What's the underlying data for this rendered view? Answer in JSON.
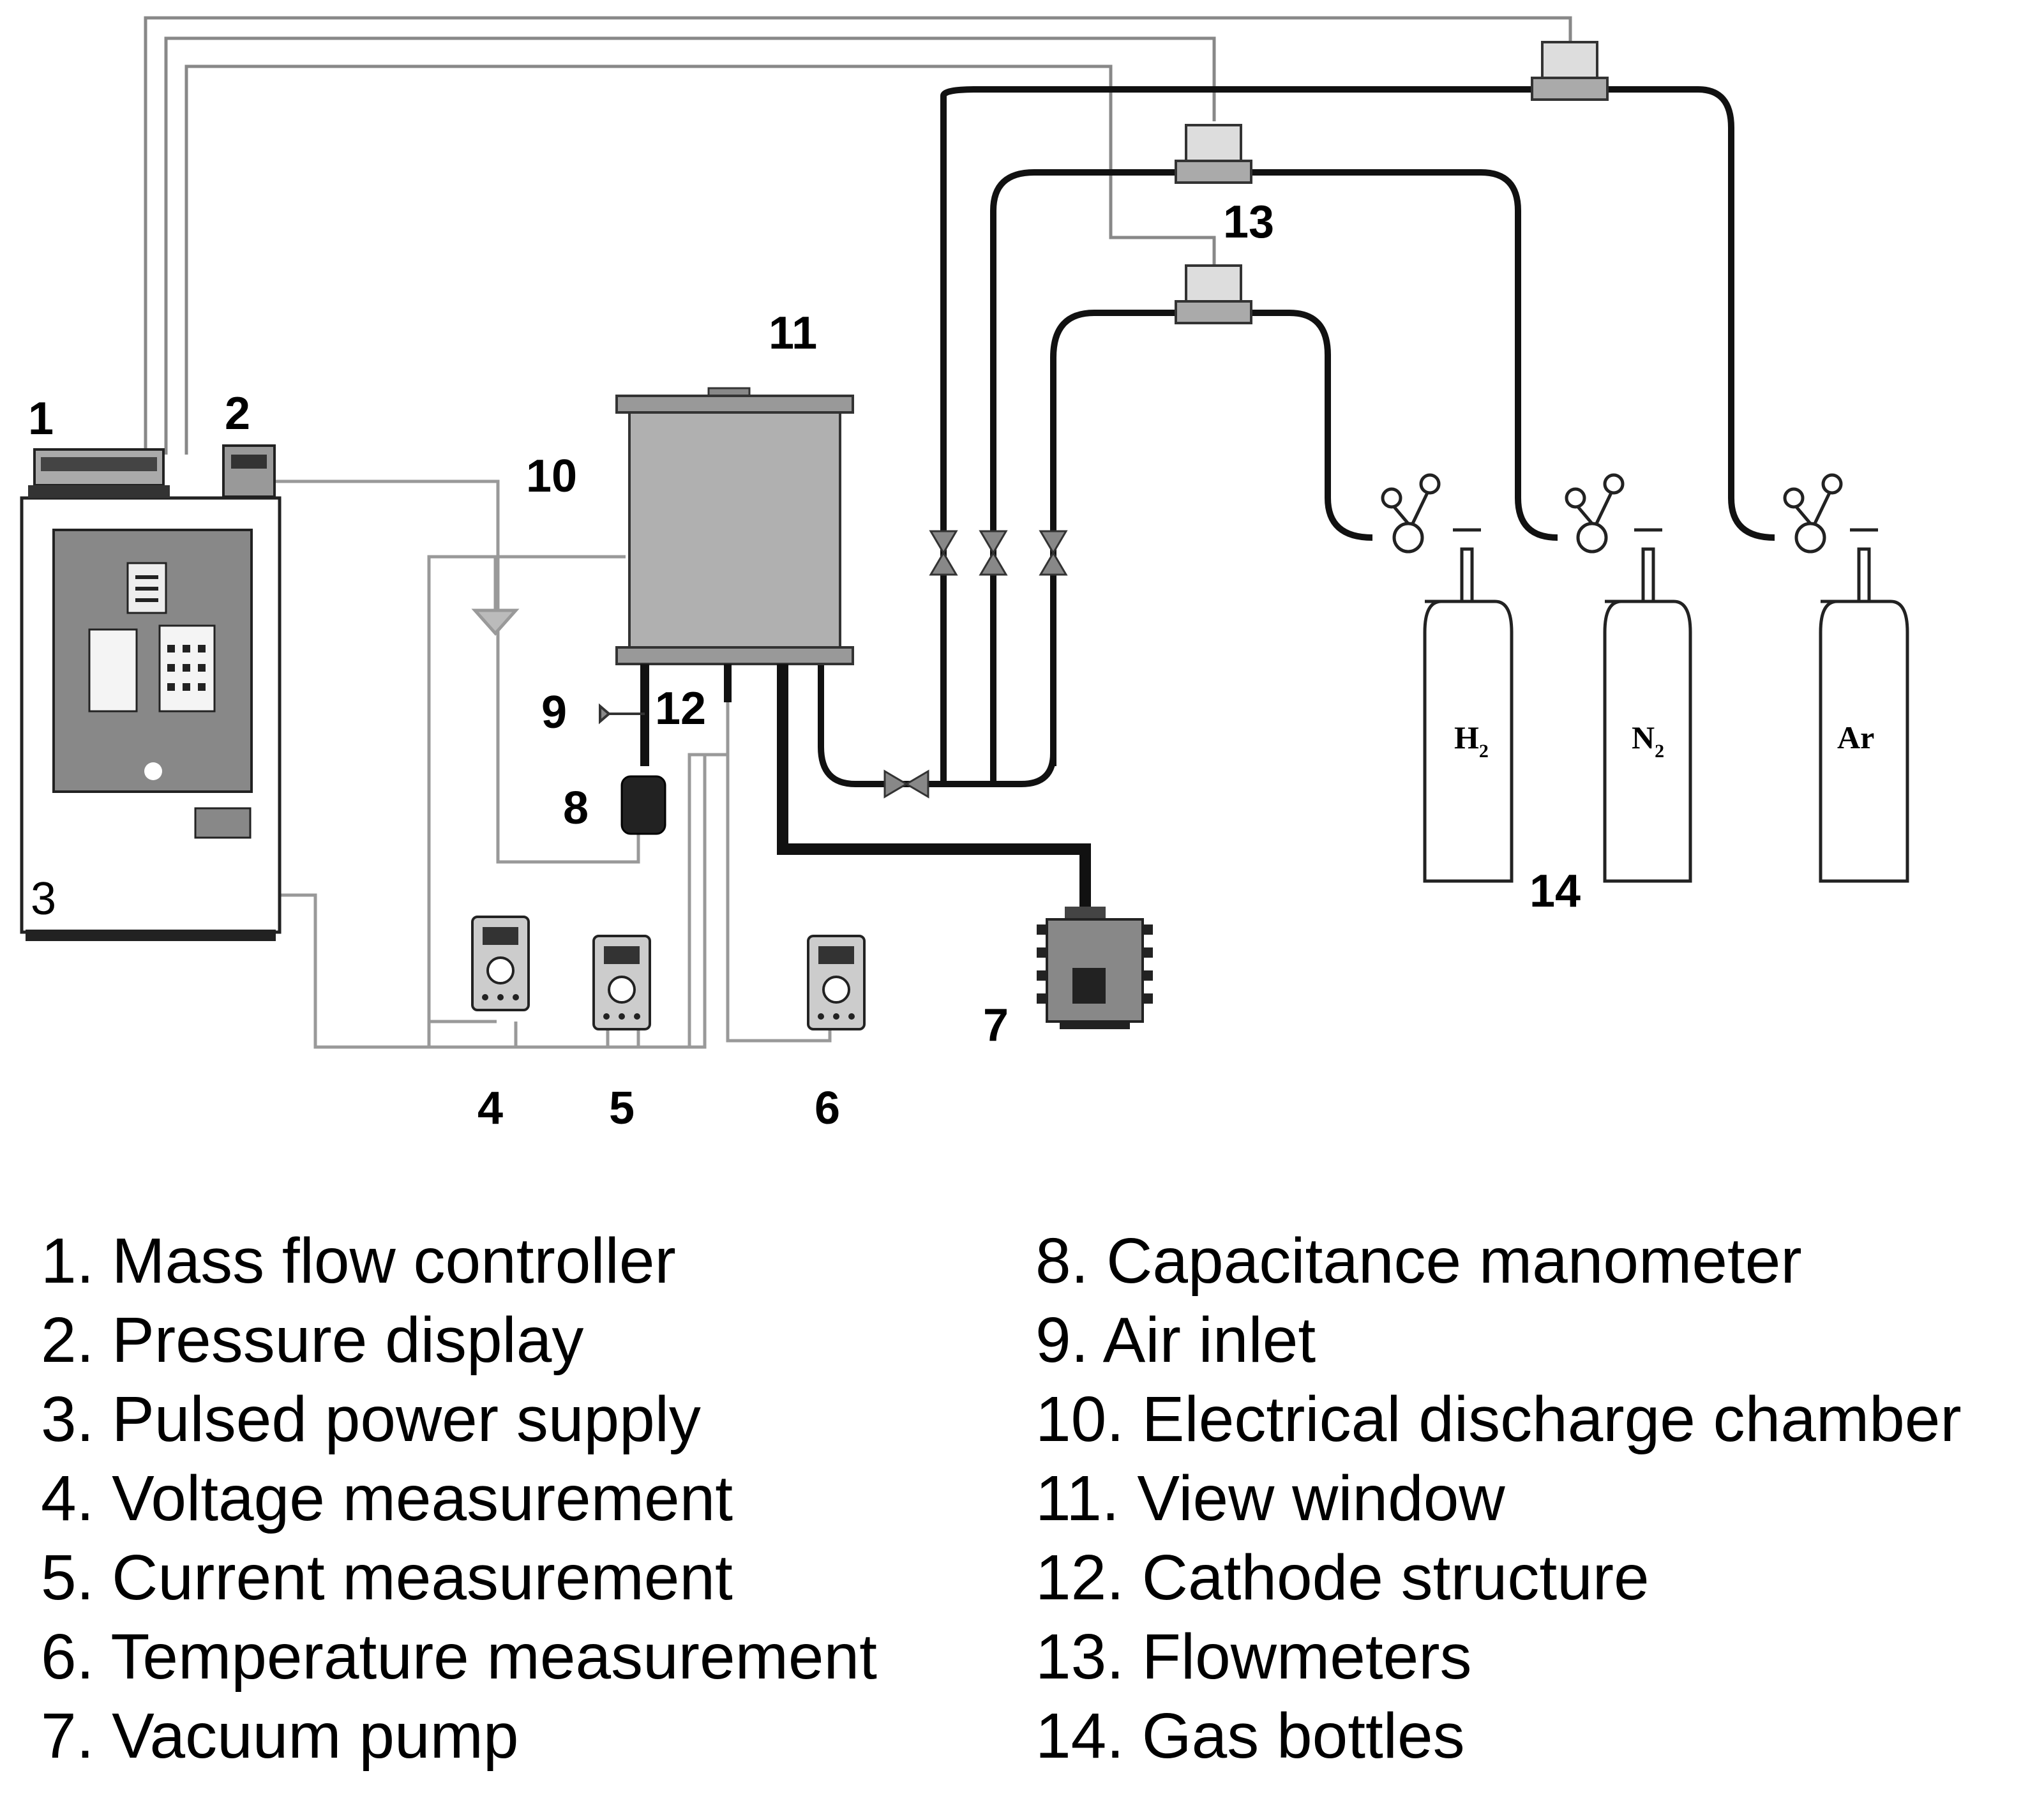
{
  "callouts": {
    "n1": "1",
    "n2": "2",
    "n3": "3",
    "n4": "4",
    "n5": "5",
    "n6": "6",
    "n7": "7",
    "n8": "8",
    "n9": "9",
    "n10": "10",
    "n11": "11",
    "n12": "12",
    "n13": "13",
    "n14": "14"
  },
  "gases": {
    "h2_base": "H",
    "h2_sub": "2",
    "n2_base": "N",
    "n2_sub": "2",
    "ar": "Ar"
  },
  "legend": {
    "left": [
      "1. Mass flow controller",
      "2. Pressure display",
      "3. Pulsed power supply",
      "4. Voltage measurement",
      "5. Current measurement",
      "6. Temperature measurement",
      "7. Vacuum pump"
    ],
    "right": [
      "8. Capacitance manometer",
      "9. Air inlet",
      "10. Electrical discharge chamber",
      "11. View window",
      "12. Cathode structure",
      "13. Flowmeters",
      "14. Gas bottles"
    ]
  }
}
